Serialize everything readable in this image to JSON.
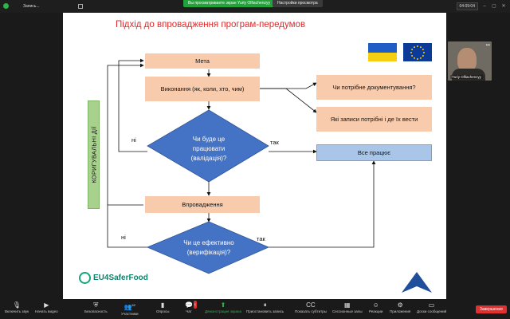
{
  "topbar": {
    "recording_label": "Запись...",
    "share_banner": "Вы просматриваете экран Yuriy Olfiachenzyy",
    "share_settings": "Настройки просмотра",
    "timer": "04:09:04"
  },
  "slide": {
    "title": "Підхід до впровадження програм-передумов",
    "side_label": "КОРИГУВАЛЬНІ ДІЇ",
    "boxes": {
      "goal": "Мета",
      "execution": "Виконання (як, коли, хто, чим)",
      "need_doc": "Чи потрібне документування?",
      "records": "Які записи потрібні і де їх вести",
      "all_works": "Все працює",
      "implementation": "Впровадження"
    },
    "diamonds": {
      "validation": "Чи буде це працювати (валідація)?",
      "verification": "Чи це ефективно (верифікація)?"
    },
    "labels": {
      "no1": "ні",
      "yes1": "так",
      "no2": "ні",
      "yes2": "так"
    },
    "logo_text": "EU4SaferFood",
    "colors": {
      "title": "#e02a2a",
      "peach_box": "#f8cbad",
      "blue_box": "#a9c6e8",
      "diamond": "#4472c4",
      "side_label": "#a9d18e",
      "arrow": "#1f4e9a"
    }
  },
  "video": {
    "participant_name": "Yuriy Olfiachenzyy"
  },
  "toolbar": {
    "items": [
      {
        "icon": "microphone-icon",
        "label": "Включить звук"
      },
      {
        "icon": "video-camera-icon",
        "label": "Начать видео"
      },
      {
        "icon": "shield-icon",
        "label": "Безопасность"
      },
      {
        "icon": "participants-icon",
        "label": "Участники",
        "count": "62"
      },
      {
        "icon": "poll-icon",
        "label": "Опросы"
      },
      {
        "icon": "chat-icon",
        "label": "Чат",
        "badge": "1"
      },
      {
        "icon": "share-screen-icon",
        "label": "Демонстрация экрана"
      },
      {
        "icon": "pause-record-icon",
        "label": "Приостановить запись"
      },
      {
        "icon": "subtitles-icon",
        "label": "Показать субтитры"
      },
      {
        "icon": "breakout-rooms-icon",
        "label": "Сессионные залы"
      },
      {
        "icon": "reactions-icon",
        "label": "Реакции"
      },
      {
        "icon": "apps-icon",
        "label": "Приложения"
      },
      {
        "icon": "whiteboard-icon",
        "label": "Доски сообщений"
      }
    ],
    "end_label": "Завершение"
  }
}
